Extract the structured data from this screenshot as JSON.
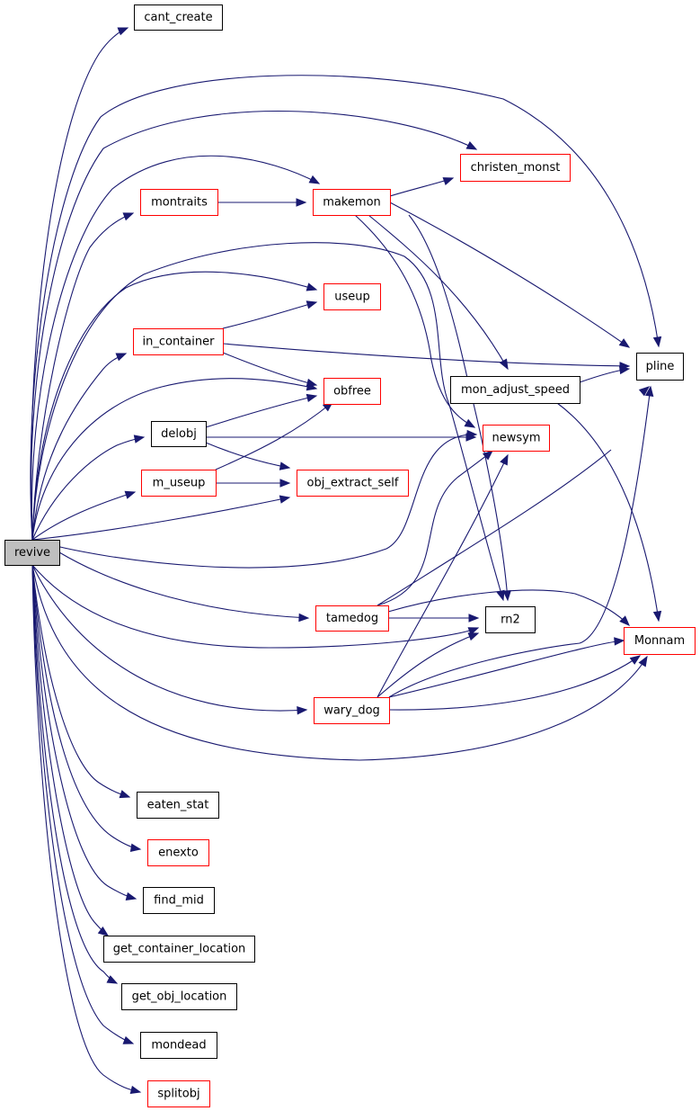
{
  "colors": {
    "edge": "#191970",
    "linked_border": "#ff0000",
    "plain_border": "#000000",
    "root_fill": "#bfbfbf",
    "node_fill": "#ffffff"
  },
  "nodes": {
    "revive": {
      "label": "revive",
      "style": "root"
    },
    "cant_create": {
      "label": "cant_create",
      "style": "plain"
    },
    "christen_monst": {
      "label": "christen_monst",
      "style": "linked"
    },
    "montraits": {
      "label": "montraits",
      "style": "linked"
    },
    "makemon": {
      "label": "makemon",
      "style": "linked"
    },
    "useup": {
      "label": "useup",
      "style": "linked"
    },
    "in_container": {
      "label": "in_container",
      "style": "linked"
    },
    "pline": {
      "label": "pline",
      "style": "plain"
    },
    "obfree": {
      "label": "obfree",
      "style": "linked"
    },
    "mon_adjust_speed": {
      "label": "mon_adjust_speed",
      "style": "plain"
    },
    "delobj": {
      "label": "delobj",
      "style": "plain"
    },
    "newsym": {
      "label": "newsym",
      "style": "linked"
    },
    "m_useup": {
      "label": "m_useup",
      "style": "linked"
    },
    "obj_extract_self": {
      "label": "obj_extract_self",
      "style": "linked"
    },
    "tamedog": {
      "label": "tamedog",
      "style": "linked"
    },
    "rn2": {
      "label": "rn2",
      "style": "plain"
    },
    "Monnam": {
      "label": "Monnam",
      "style": "linked"
    },
    "wary_dog": {
      "label": "wary_dog",
      "style": "linked"
    },
    "eaten_stat": {
      "label": "eaten_stat",
      "style": "plain"
    },
    "enexto": {
      "label": "enexto",
      "style": "linked"
    },
    "find_mid": {
      "label": "find_mid",
      "style": "plain"
    },
    "get_container_location": {
      "label": "get_container_location",
      "style": "plain"
    },
    "get_obj_location": {
      "label": "get_obj_location",
      "style": "plain"
    },
    "mondead": {
      "label": "mondead",
      "style": "plain"
    },
    "splitobj": {
      "label": "splitobj",
      "style": "linked"
    }
  }
}
